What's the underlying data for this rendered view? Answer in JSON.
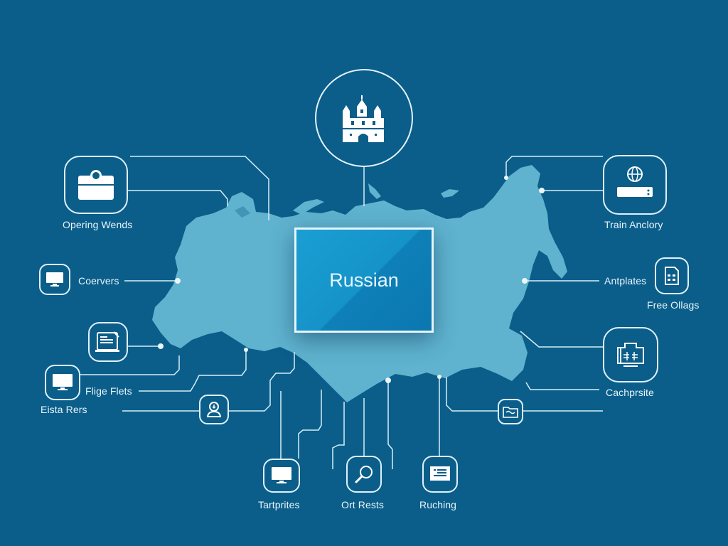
{
  "colors": {
    "background": "#0b5e8a",
    "map_fill": "#5fb3cf",
    "line": "#d6eef8",
    "center_box": "#1593c9",
    "text": "#e9f5fb"
  },
  "center": {
    "title": "Russian",
    "top_icon": "kremlin-building-icon"
  },
  "nodes": {
    "left": [
      {
        "label": "Opering Wends",
        "icon": "camera-briefcase-icon"
      },
      {
        "label": "Coervers",
        "icon": "monitor-icon"
      },
      {
        "label": "",
        "icon": "document-edit-icon"
      },
      {
        "label": "Flige Flets",
        "icon": "monitor-icon"
      },
      {
        "label": "Eista Rers",
        "icon": ""
      },
      {
        "label": "",
        "icon": "user-location-icon"
      }
    ],
    "right": [
      {
        "label": "Train Anclory",
        "icon": "globe-server-icon"
      },
      {
        "label": "Antplates",
        "icon": "document-grid-icon"
      },
      {
        "label": "Free Ollags",
        "icon": ""
      },
      {
        "label": "Cachprsite",
        "icon": "briefcase-monitor-icon"
      },
      {
        "label": "",
        "icon": "folder-link-icon"
      }
    ],
    "bottom": [
      {
        "label": "Tartprites",
        "icon": "monitor-icon"
      },
      {
        "label": "Ort Rests",
        "icon": "magnifier-icon"
      },
      {
        "label": "Ruching",
        "icon": "document-list-icon"
      }
    ]
  }
}
